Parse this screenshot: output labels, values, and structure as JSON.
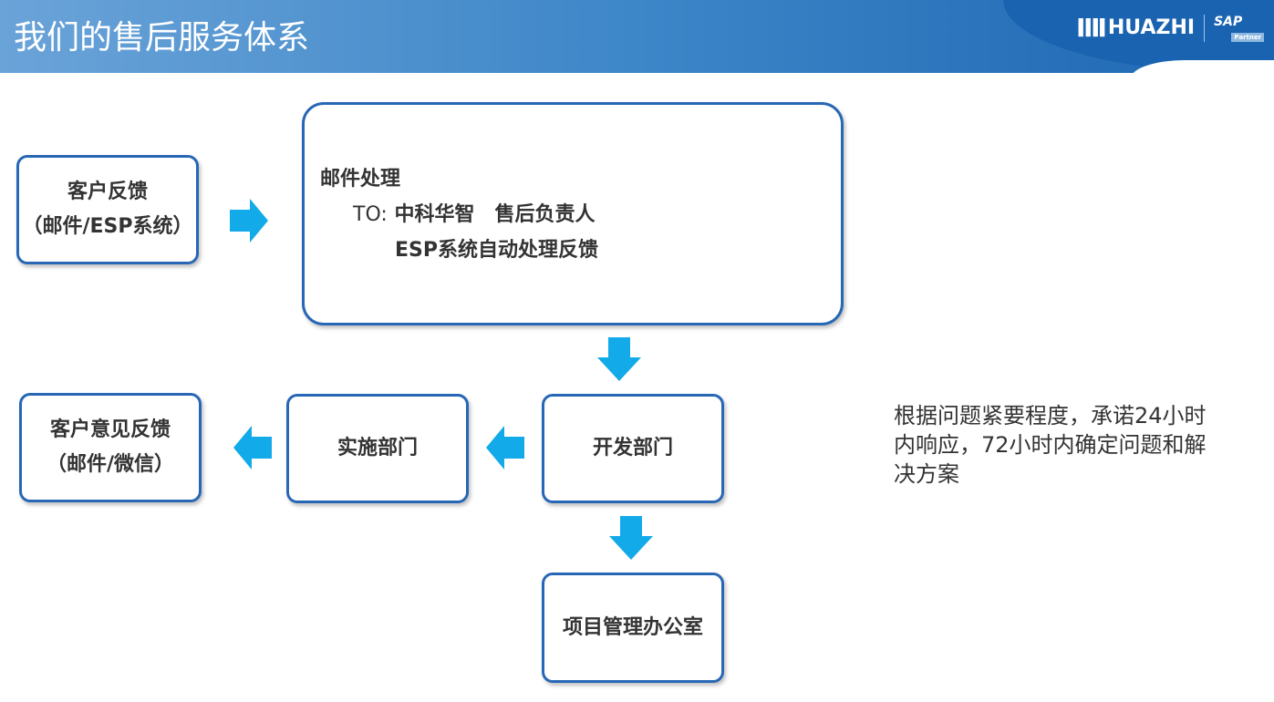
{
  "header": {
    "title": "我们的售后服务体系",
    "logo_text": "HUAZHI",
    "partner_logo": "SAP",
    "partner_sub": "Partner"
  },
  "boxes": {
    "customer_feedback": {
      "line1": "客户反馈",
      "line2": "（邮件/ESP系统）"
    },
    "mail_processing": {
      "line1": "邮件处理",
      "line2_prefix": "TO:",
      "line2": "中科华智　售后负责人",
      "line3": "ESP系统自动处理反馈"
    },
    "development": {
      "label": "开发部门"
    },
    "implementation": {
      "label": "实施部门"
    },
    "customer_opinion": {
      "line1": "客户意见反馈",
      "line2": "（邮件/微信）"
    },
    "pmo": {
      "label": "项目管理办公室"
    }
  },
  "note": "根据问题紧要程度，承诺24小时内响应，72小时内确定问题和解决方案",
  "colors": {
    "border": "#2767b5",
    "arrow": "#12aae8",
    "header": "#1d66b2"
  }
}
